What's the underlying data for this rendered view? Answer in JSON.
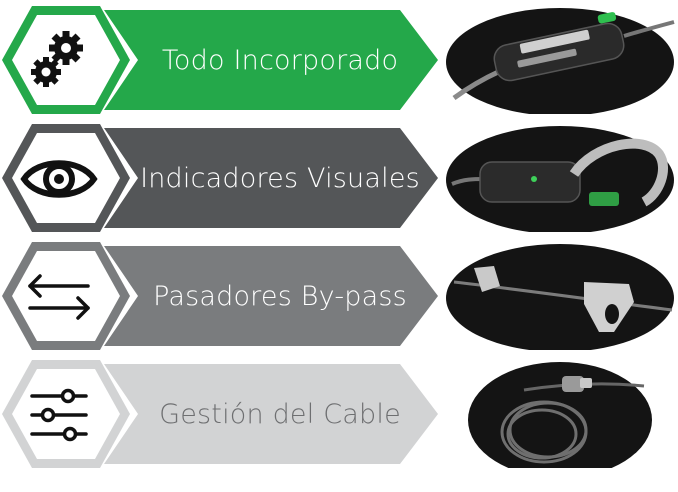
{
  "features": [
    {
      "label": "Todo Incorporado",
      "icon": "gears-icon",
      "photo": "cable-tensioner-photo"
    },
    {
      "label": "Indicadores Visuales",
      "icon": "eye-icon",
      "photo": "carabiner-connector-photo"
    },
    {
      "label": "Pasadores By-pass",
      "icon": "bidirectional-arrows-icon",
      "photo": "bypass-shuttle-photo"
    },
    {
      "label": "Gestión del Cable",
      "icon": "sliders-icon",
      "photo": "coiled-cable-photo"
    }
  ],
  "colors": {
    "row1": "#24a84a",
    "row2": "#545658",
    "row3": "#7a7c7e",
    "row4": "#d2d3d4",
    "photo_bg": "#141414"
  }
}
